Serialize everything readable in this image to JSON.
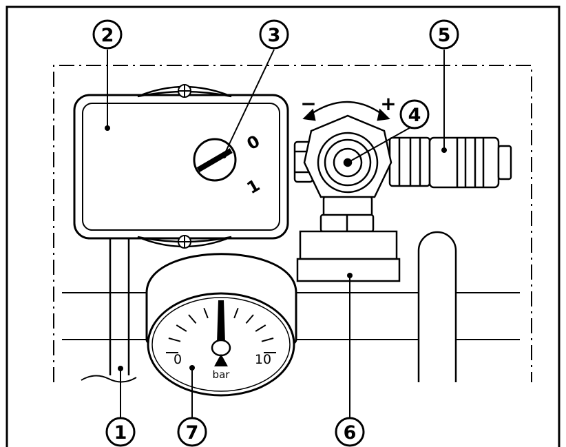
{
  "callouts": [
    "1",
    "2",
    "3",
    "4",
    "5",
    "6",
    "7"
  ],
  "gauge": {
    "min_label": "0",
    "max_label": "10",
    "unit": "bar"
  },
  "adjuster": {
    "minus": "−",
    "plus": "+"
  },
  "switch_positions": {
    "off": "0",
    "on": "1"
  }
}
